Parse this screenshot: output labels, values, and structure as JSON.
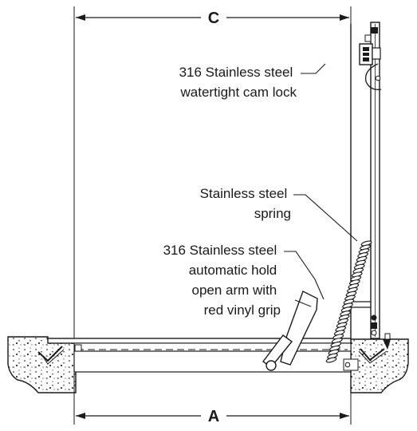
{
  "diagram": {
    "dimension_top": "C",
    "dimension_bottom": "A",
    "callouts": {
      "cam_lock": [
        "316 Stainless steel",
        "watertight cam lock"
      ],
      "spring": [
        "Stainless steel",
        "spring"
      ],
      "hold_open_arm": [
        "316 Stainless steel",
        "automatic hold",
        "open arm with",
        "red vinyl grip"
      ]
    }
  }
}
